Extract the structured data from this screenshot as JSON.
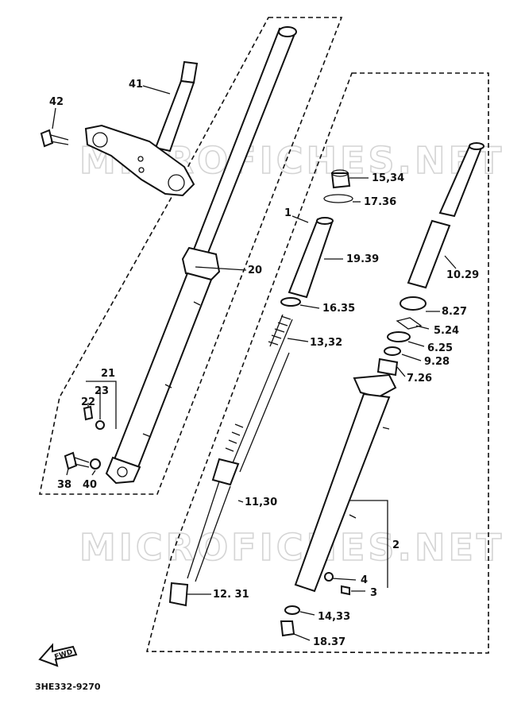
{
  "watermark": "MICROFICHES.NET",
  "diagram_code": "3HE332-9270",
  "fwd_label": "FWD",
  "callouts": {
    "p41": "41",
    "p42": "42",
    "p20": "20",
    "p21": "21",
    "p23": "23",
    "p22": "22",
    "p38": "38",
    "p40": "40",
    "p1": "1",
    "p15": "15,34",
    "p17": "17.36",
    "p19": "19.39",
    "p16": "16.35",
    "p13": "13,32",
    "p11": "11,30",
    "p12": "12. 31",
    "p10": "10.29",
    "p8": "8.27",
    "p5": "5.24",
    "p6": "6.25",
    "p9": "9.28",
    "p7": "7.26",
    "p2": "2",
    "p4": "4",
    "p3": "3",
    "p14": "14,33",
    "p18": "18.37"
  }
}
